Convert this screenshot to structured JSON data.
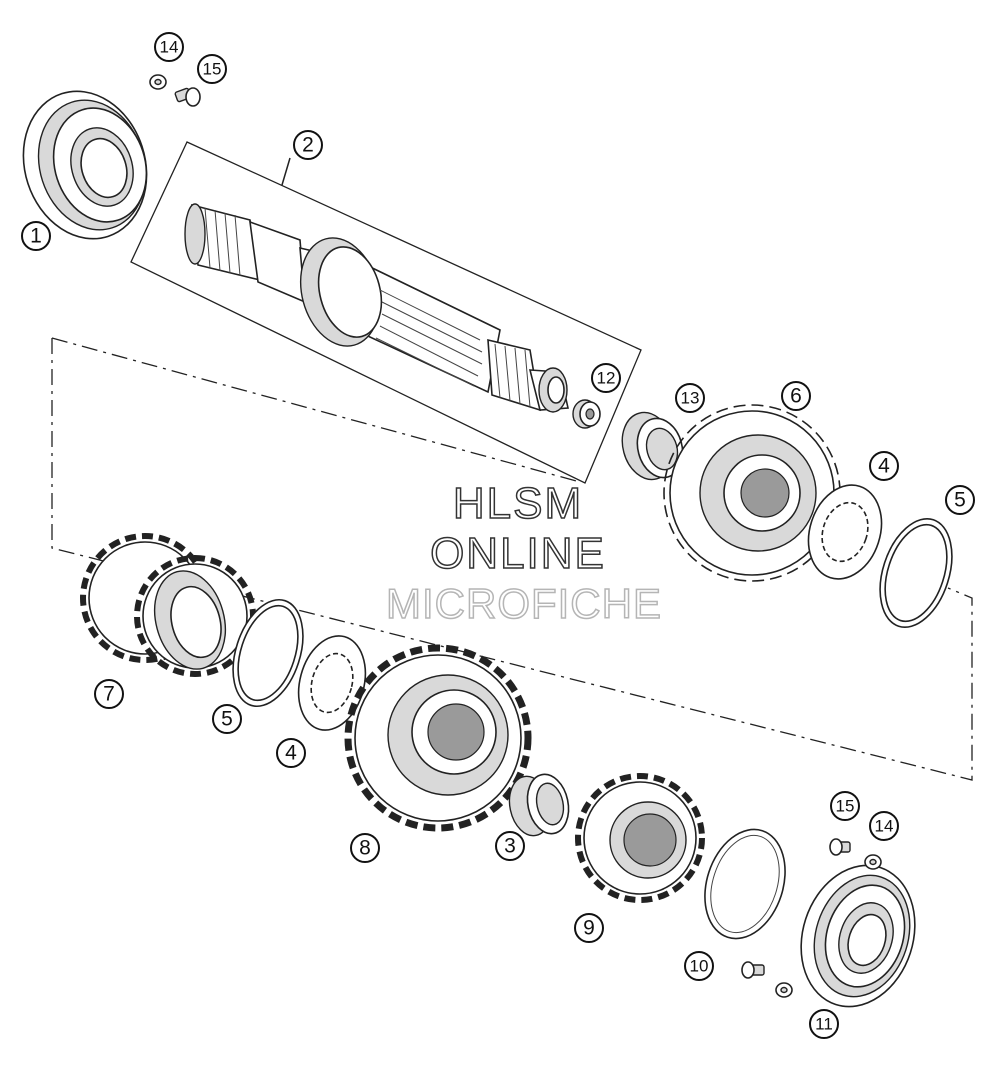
{
  "callouts": {
    "c1": "1",
    "c2": "2",
    "c3": "3",
    "c4a": "4",
    "c4b": "4",
    "c5a": "5",
    "c5b": "5",
    "c6": "6",
    "c7": "7",
    "c8": "8",
    "c9": "9",
    "c10": "10",
    "c11": "11",
    "c12": "12",
    "c13": "13",
    "c14a": "14",
    "c14b": "14",
    "c15a": "15",
    "c15b": "15"
  },
  "watermark": {
    "line1": "HLSM",
    "line2": "ONLINE",
    "line3": "MICROFICHE"
  }
}
